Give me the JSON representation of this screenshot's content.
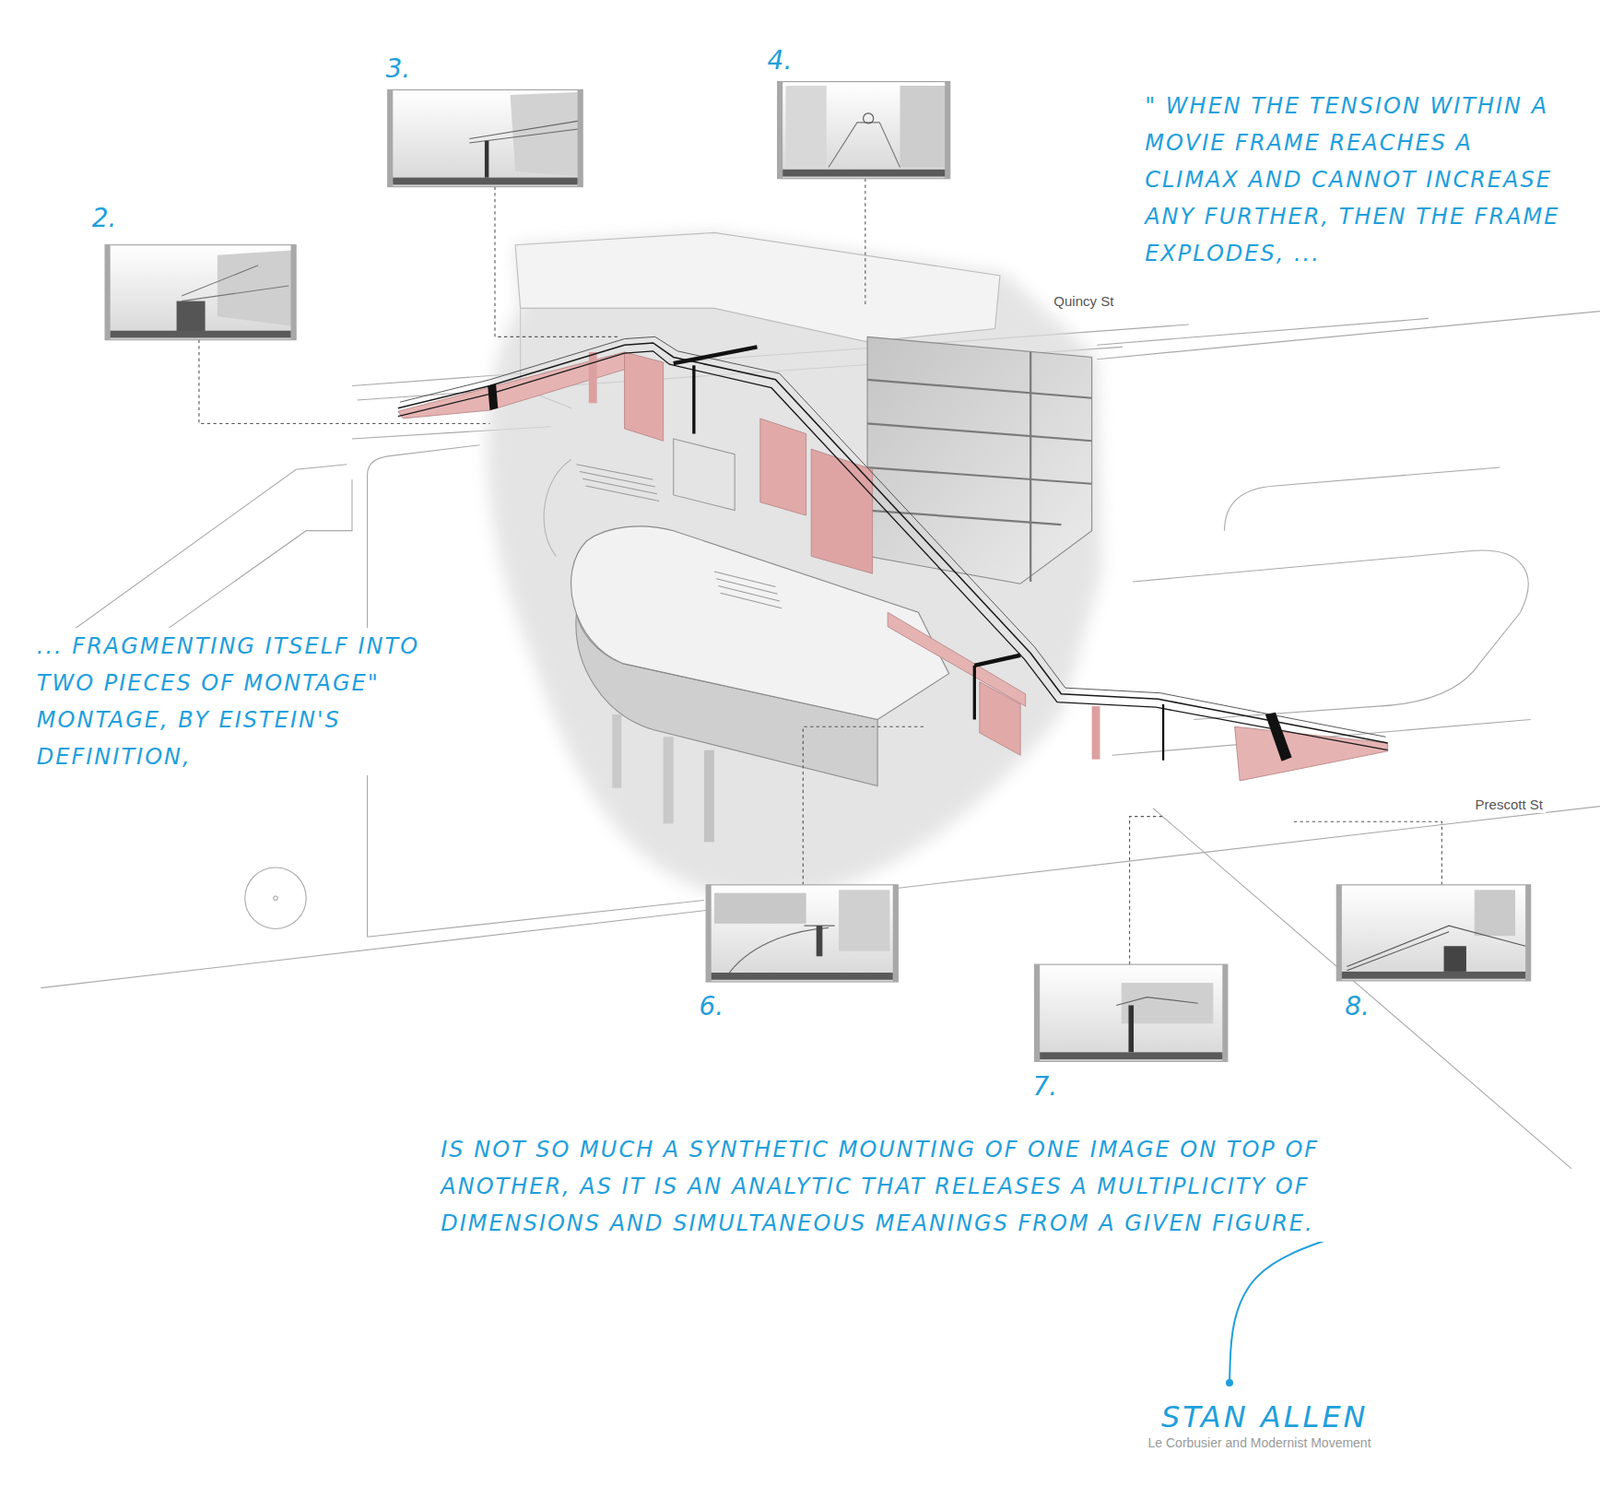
{
  "diagram": {
    "labels": [
      "2.",
      "3.",
      "4.",
      "\" WHEN THE TENSION WITHIN A MOVIE FRAME REACHES A CLIMAX AND CANNOT INCREASE ANY FURTHER, THEN THE FRAME EXPLODES, ...",
      "Quincy St",
      "... FRAGMENTING ITSELF INTO TWO PIECES OF MONTAGE\" MONTAGE, BY EISTEIN'S DEFINITION,",
      "Prescott St",
      "6.",
      "7.",
      "8.",
      "IS NOT SO MUCH A SYNTHETIC MOUNTING OF ONE IMAGE ON TOP OF ANOTHER, AS IT IS AN ANALYTIC THAT RELEASES A MULTIPLICITY OF DIMENSIONS AND SIMULTANEOUS MEANINGS FROM A GIVEN FIGURE.",
      "STAN ALLEN",
      "Le Corbusier and Modernist Movement"
    ]
  }
}
